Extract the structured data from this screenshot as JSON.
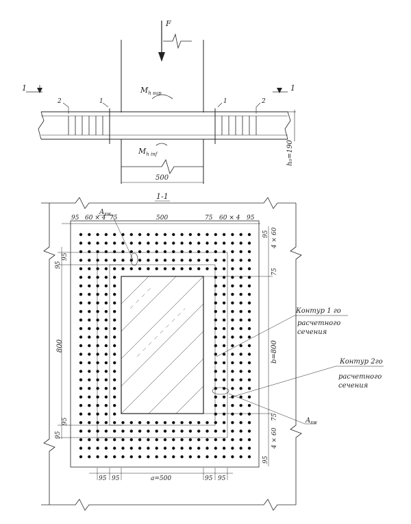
{
  "top": {
    "force": "F",
    "moment_sup": "M",
    "moment_sup_sub": "h sup",
    "moment_inf": "M",
    "moment_inf_sub": "h inf",
    "section_mark": "1",
    "marker_1": "1",
    "marker_2": "2",
    "slab_thickness": "h₀=190",
    "column_width": "500"
  },
  "plan": {
    "section_title": "1-1",
    "asw_label": "A",
    "asw_sub": "sw",
    "top_dims": [
      "95",
      "60 × 4",
      "75",
      "500",
      "75",
      "60 × 4",
      "95"
    ],
    "right_dims_top": [
      "4 × 60",
      "95",
      "75"
    ],
    "right_dims_bottom": [
      "75",
      "4 × 60",
      "95"
    ],
    "left_dims_top": [
      "95",
      "95"
    ],
    "left_dims_bottom": [
      "95",
      "95"
    ],
    "left_height": "800",
    "b_dim": "b=800",
    "bottom_dims": [
      "95",
      "95",
      "a=500",
      "95",
      "95"
    ],
    "contour1_line1": "Контур 1 го",
    "contour1_line2": "расчетного",
    "contour1_line3": "сечения",
    "contour2_line1": "Контур 2го",
    "contour2_line2": "расчетного",
    "contour2_line3": "сечения"
  }
}
